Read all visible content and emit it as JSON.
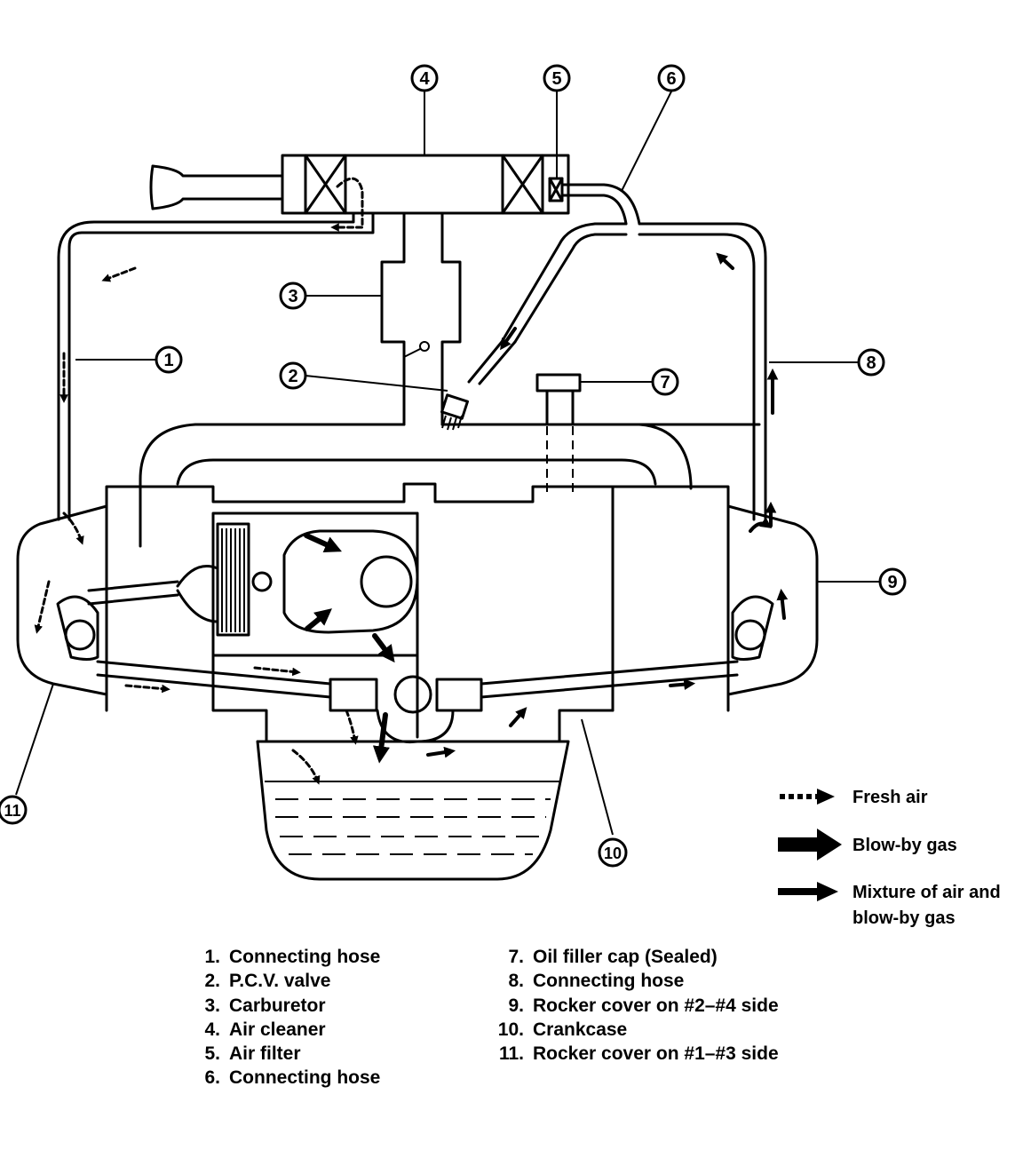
{
  "callouts": [
    "1",
    "2",
    "3",
    "4",
    "5",
    "6",
    "7",
    "8",
    "9",
    "10",
    "11"
  ],
  "legend": [
    {
      "key": "fresh",
      "label_lines": [
        "Fresh air"
      ]
    },
    {
      "key": "blowby",
      "label_lines": [
        "Blow-by gas"
      ]
    },
    {
      "key": "mixture",
      "label_lines": [
        "Mixture of air and",
        "blow-by gas"
      ]
    }
  ],
  "parts": [
    {
      "num": "1.",
      "name": "Connecting hose"
    },
    {
      "num": "2.",
      "name": "P.C.V. valve"
    },
    {
      "num": "3.",
      "name": "Carburetor"
    },
    {
      "num": "4.",
      "name": "Air cleaner"
    },
    {
      "num": "5.",
      "name": "Air filter"
    },
    {
      "num": "6.",
      "name": "Connecting hose"
    },
    {
      "num": "7.",
      "name": "Oil filler cap (Sealed)"
    },
    {
      "num": "8.",
      "name": "Connecting hose"
    },
    {
      "num": "9.",
      "name": "Rocker cover on #2–#4 side"
    },
    {
      "num": "10.",
      "name": "Crankcase"
    },
    {
      "num": "11.",
      "name": "Rocker cover on #1–#3 side"
    }
  ]
}
